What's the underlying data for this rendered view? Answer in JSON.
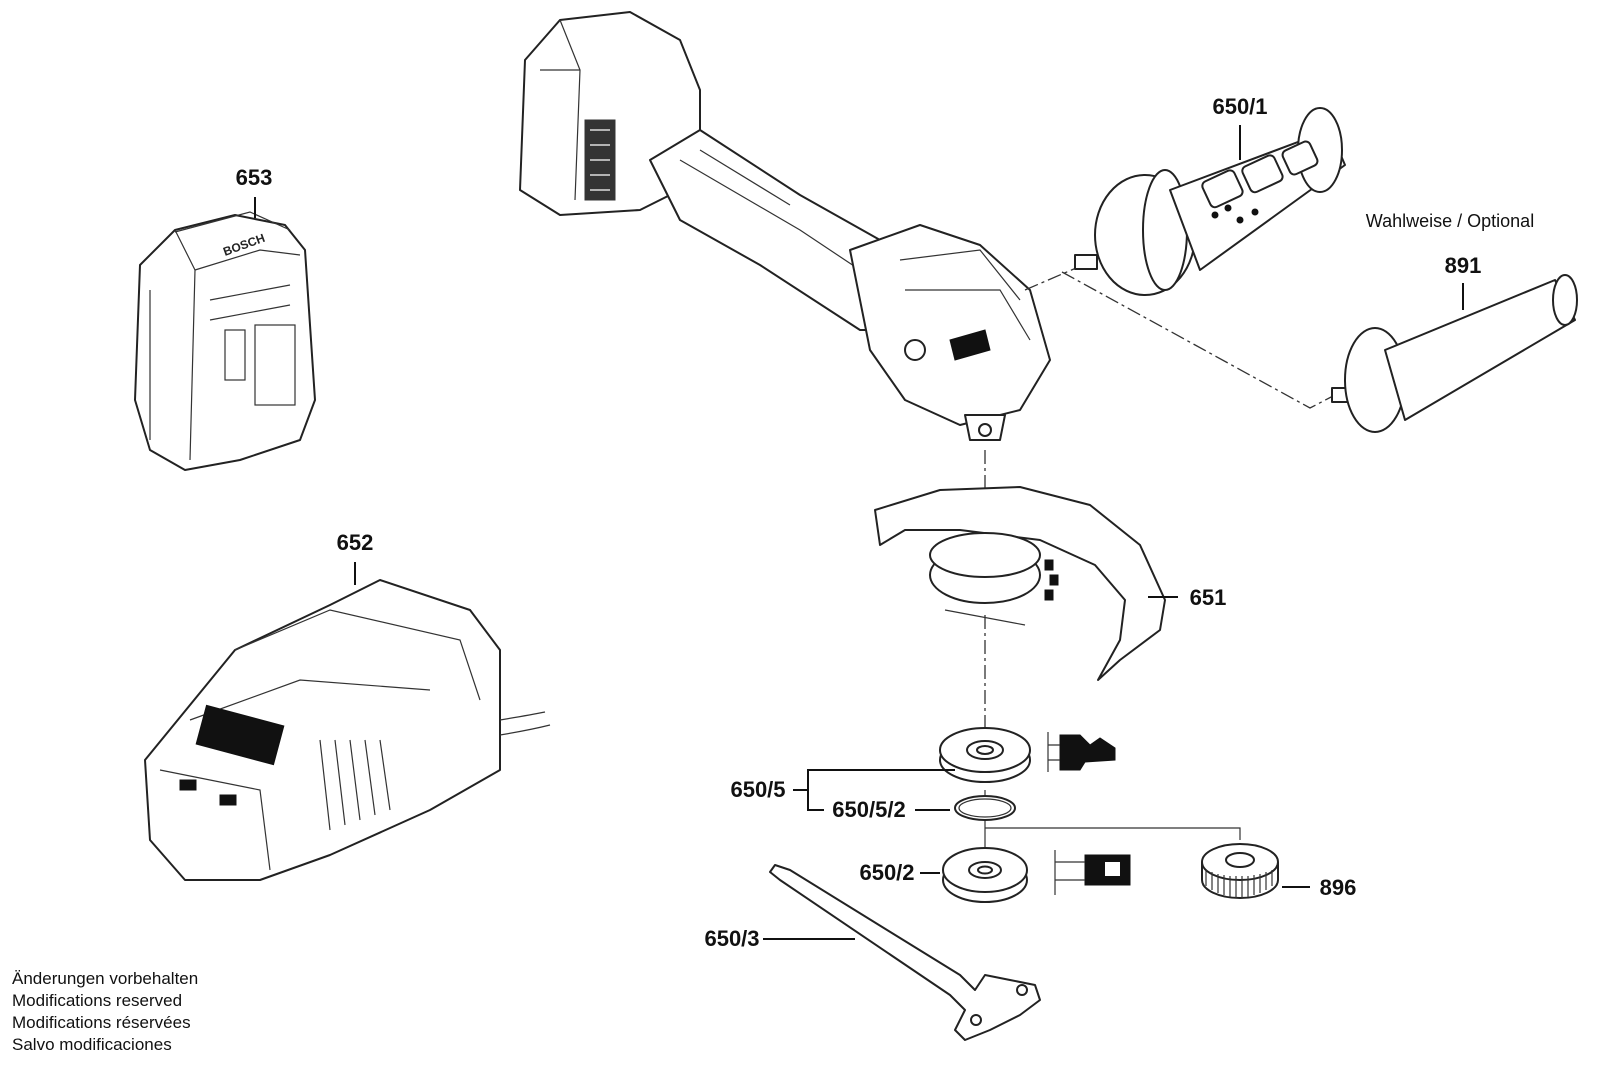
{
  "parts": [
    {
      "id": "653"
    },
    {
      "id": "652"
    },
    {
      "id": "650/1"
    },
    {
      "id": "891"
    },
    {
      "id": "651"
    },
    {
      "id": "650/5"
    },
    {
      "id": "650/5/2"
    },
    {
      "id": "650/2"
    },
    {
      "id": "896"
    },
    {
      "id": "650/3"
    }
  ],
  "optional_note": "Wahlweise / Optional",
  "brand_mark": "BOSCH",
  "footer_notes": [
    "Änderungen vorbehalten",
    "Modifications reserved",
    "Modifications réservées",
    "Salvo modificaciones"
  ]
}
